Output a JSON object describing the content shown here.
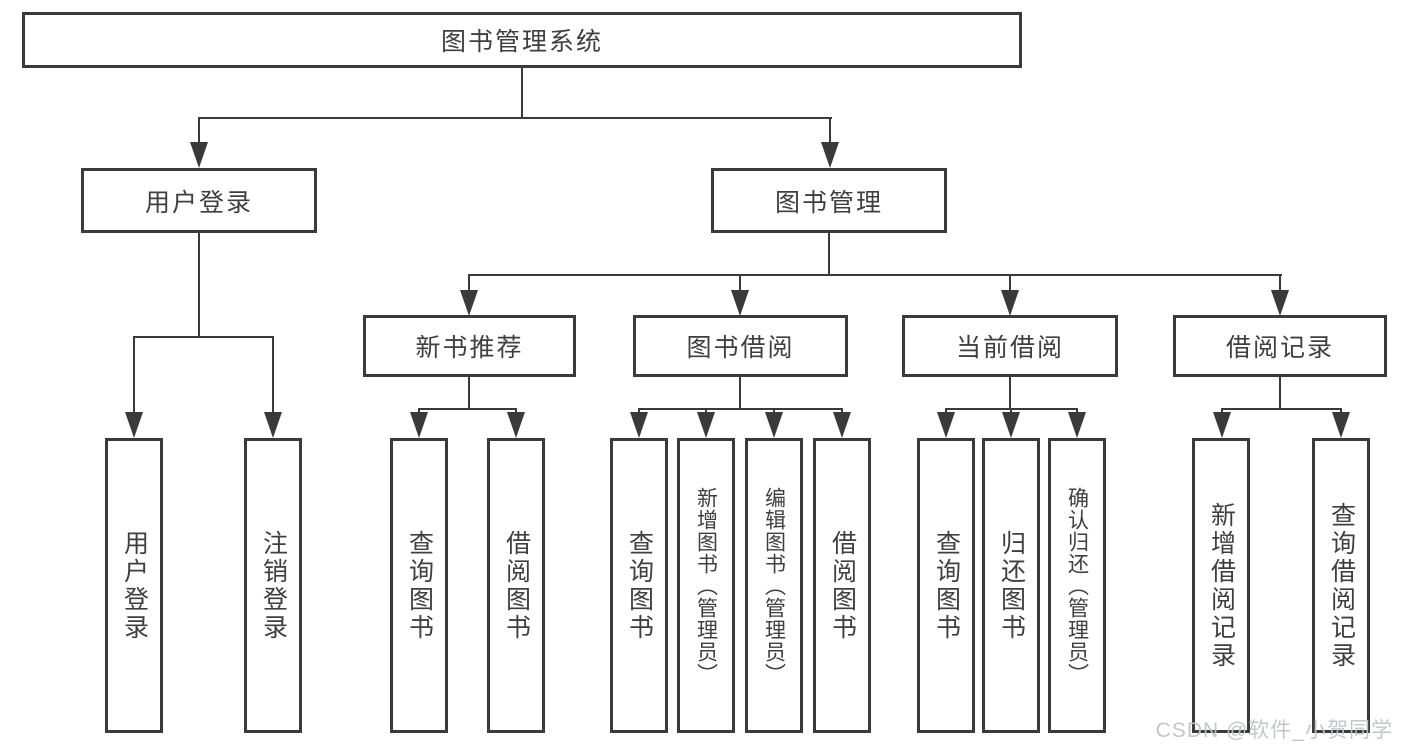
{
  "tree": {
    "root": "图书管理系统",
    "children": [
      {
        "label": "用户登录",
        "children": [
          "用户登录",
          "注销登录"
        ]
      },
      {
        "label": "图书管理",
        "children": [
          {
            "label": "新书推荐",
            "children": [
              "查询图书",
              "借阅图书"
            ]
          },
          {
            "label": "图书借阅",
            "children": [
              "查询图书",
              "新增图书（管理员）",
              "编辑图书（管理员）",
              "借阅图书"
            ]
          },
          {
            "label": "当前借阅",
            "children": [
              "查询图书",
              "归还图书",
              "确认归还（管理员）"
            ]
          },
          {
            "label": "借阅记录",
            "children": [
              "新增借阅记录",
              "查询借阅记录"
            ]
          }
        ]
      }
    ]
  },
  "watermark": {
    "text": "CSDN @软件_小贺同学"
  },
  "colors": {
    "line": "#3a3a3a",
    "text": "#3f3f3f",
    "watermark": "#c0c4c8",
    "background": "#ffffff"
  }
}
